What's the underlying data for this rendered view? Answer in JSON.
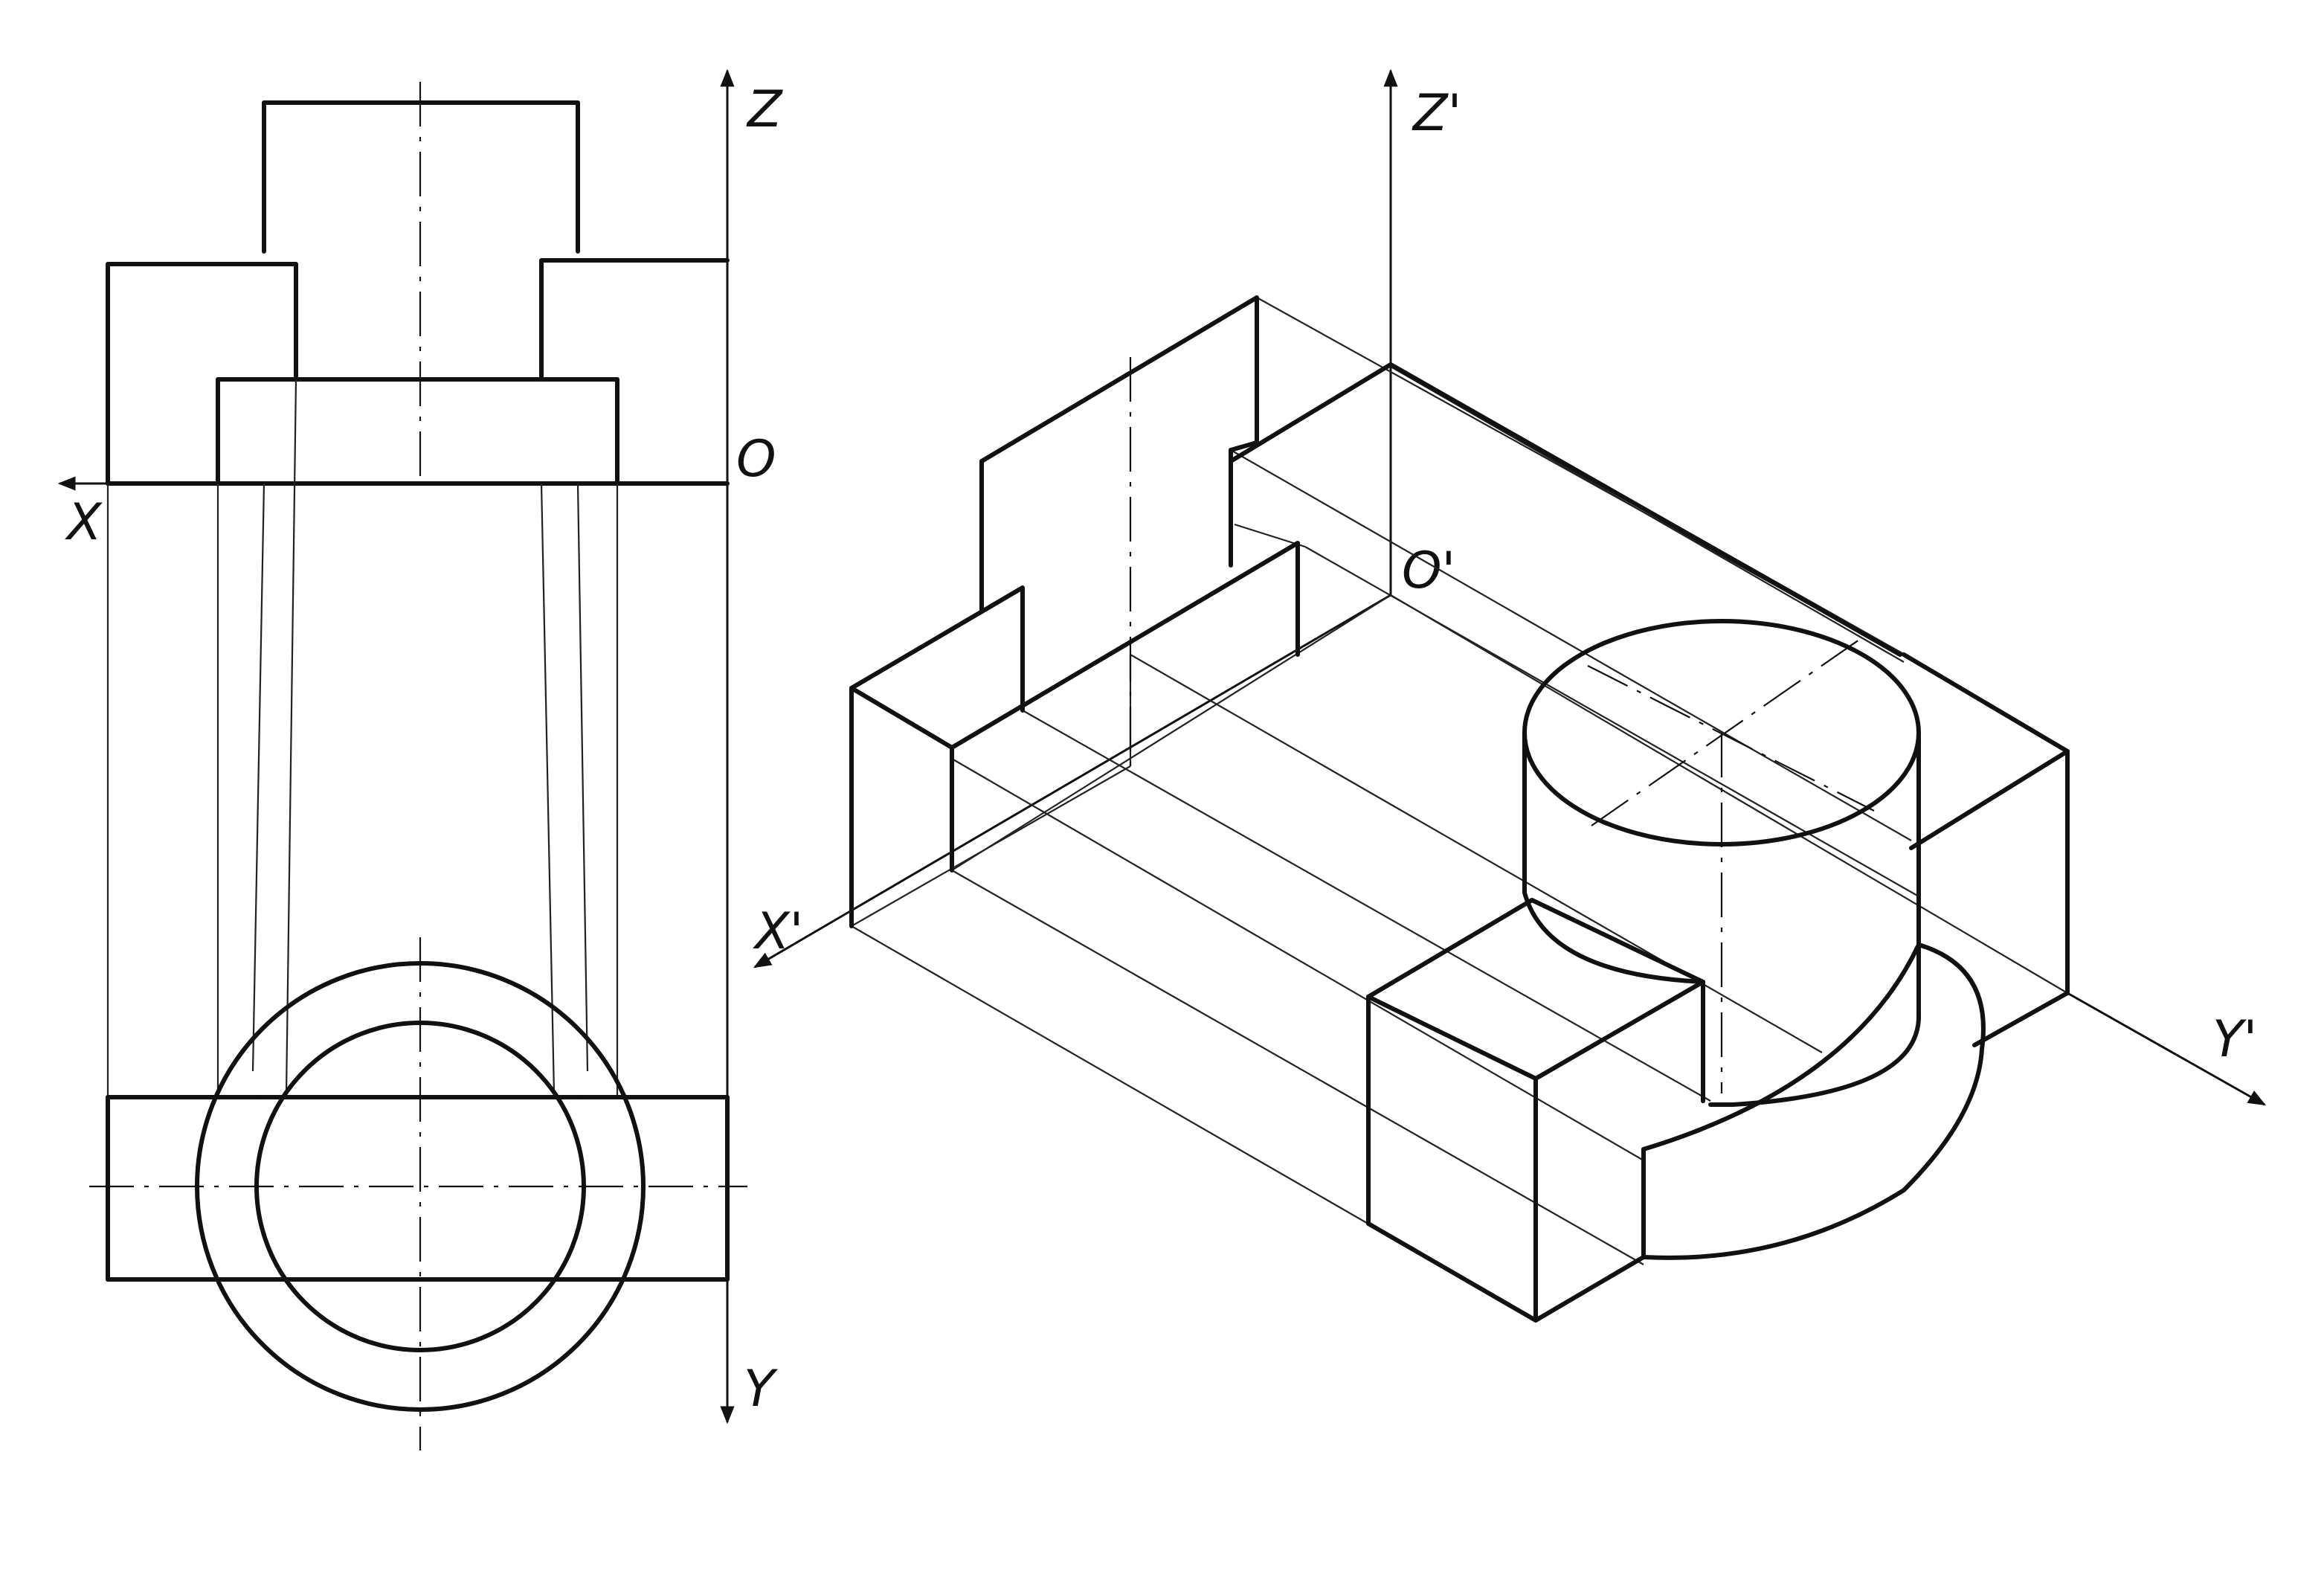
{
  "orthographic_view": {
    "axis_labels": {
      "z": "Z",
      "x": "X",
      "y": "Y",
      "origin": "O"
    }
  },
  "isometric_view": {
    "axis_labels": {
      "z": "Z'",
      "x": "X'",
      "y": "Y'",
      "origin": "O'"
    }
  },
  "colors": {
    "ink": "#111111",
    "paper": "#ffffff"
  }
}
